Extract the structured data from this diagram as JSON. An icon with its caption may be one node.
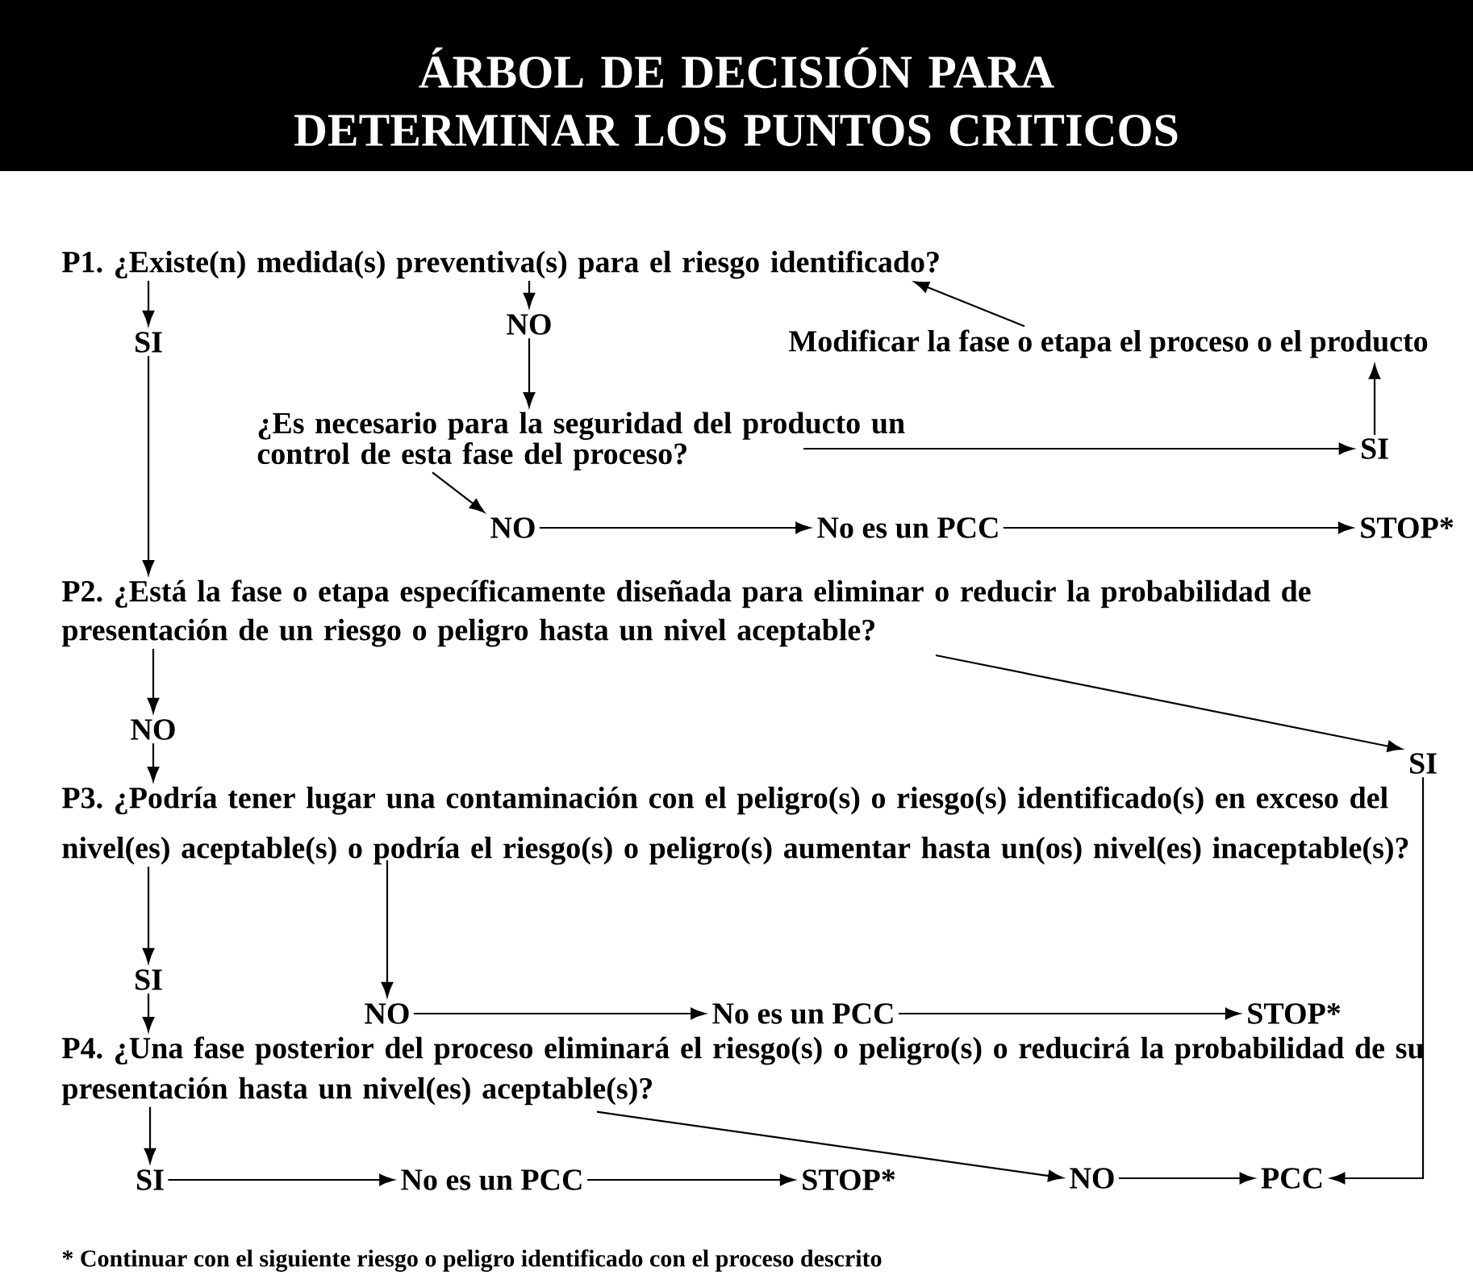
{
  "diagram": {
    "title": "ÁRBOL DE DECISIÓN PARA DETERMINAR LOS PUNTOS CRITICOS",
    "nodes": [
      {
        "text": [
          "P1. ¿Existe(n) medida(s) preventiva(s) para el riesgo identificado?"
        ]
      },
      {
        "text": [
          "SI"
        ]
      },
      {
        "text": [
          "NO"
        ]
      },
      {
        "text": [
          "¿Es necesario para la seguridad del producto un control de esta fase del proceso?"
        ]
      },
      {
        "text": [
          "SI"
        ]
      },
      {
        "text": [
          "Modificar la fase o etapa el proceso o el producto"
        ]
      },
      {
        "text": [
          "NO"
        ]
      },
      {
        "text": [
          "No es un PCC"
        ]
      },
      {
        "text": [
          "STOP*"
        ]
      },
      {
        "text": [
          "P2. ¿Está la fase o etapa específicamente diseñada para eliminar o reducir la probabilidad de presentación de un riesgo o peligro hasta un nivel aceptable?"
        ]
      },
      {
        "text": [
          "NO"
        ]
      },
      {
        "text": [
          "SI"
        ]
      },
      {
        "text": [
          "P3. ¿Podría tener lugar una contaminación con el peligro(s) o riesgo(s) identificado(s) en exceso del nivel(es) aceptable(s) o podría el riesgo(s) o peligro(s) aumentar hasta un(os) nivel(es) inaceptable(s)?"
        ]
      },
      {
        "text": [
          "SI"
        ]
      },
      {
        "text": [
          "NO"
        ]
      },
      {
        "text": [
          "No es un PCC"
        ]
      },
      {
        "text": [
          "STOP*"
        ]
      },
      {
        "text": [
          "P4. ¿Una fase posterior del proceso eliminará el riesgo(s) o peligro(s) o reducirá la probabilidad de su presentación hasta un nivel(es) aceptable(s)?"
        ]
      },
      {
        "text": [
          "SI"
        ]
      },
      {
        "text": [
          "No es un PCC"
        ]
      },
      {
        "text": [
          "STOP*"
        ]
      },
      {
        "text": [
          "NO"
        ]
      },
      {
        "text": [
          "PCC"
        ]
      }
    ],
    "edges": [
      {
        "from": 0,
        "to": 1,
        "arrow": "to"
      },
      {
        "from": 0,
        "to": 2,
        "arrow": "to"
      },
      {
        "from": 2,
        "to": 3,
        "arrow": "to"
      },
      {
        "from": 3,
        "to": 4,
        "arrow": "to"
      },
      {
        "from": 4,
        "to": 5,
        "arrow": "to"
      },
      {
        "from": 5,
        "to": 0,
        "arrow": "to"
      },
      {
        "from": 3,
        "to": 6,
        "arrow": "to"
      },
      {
        "from": 6,
        "to": 7,
        "arrow": "to"
      },
      {
        "from": 7,
        "to": 8,
        "arrow": "to"
      },
      {
        "from": 1,
        "to": 9,
        "arrow": "to"
      },
      {
        "from": 9,
        "to": 10,
        "arrow": "to"
      },
      {
        "from": 9,
        "to": 11,
        "arrow": "to"
      },
      {
        "from": 10,
        "to": 12,
        "arrow": "to"
      },
      {
        "from": 11,
        "to": 22,
        "arrow": "to"
      },
      {
        "from": 12,
        "to": 13,
        "arrow": "to"
      },
      {
        "from": 12,
        "to": 14,
        "arrow": "to"
      },
      {
        "from": 14,
        "to": 15,
        "arrow": "to"
      },
      {
        "from": 15,
        "to": 16,
        "arrow": "to"
      },
      {
        "from": 13,
        "to": 17,
        "arrow": "to"
      },
      {
        "from": 17,
        "to": 18,
        "arrow": "to"
      },
      {
        "from": 18,
        "to": 19,
        "arrow": "to"
      },
      {
        "from": 19,
        "to": 20,
        "arrow": "to"
      },
      {
        "from": 17,
        "to": 21,
        "arrow": "to"
      },
      {
        "from": 21,
        "to": 22,
        "arrow": "to"
      }
    ],
    "labels": [
      "* Continuar con el siguiente riesgo o peligro identificado con el proceso descrito"
    ]
  }
}
